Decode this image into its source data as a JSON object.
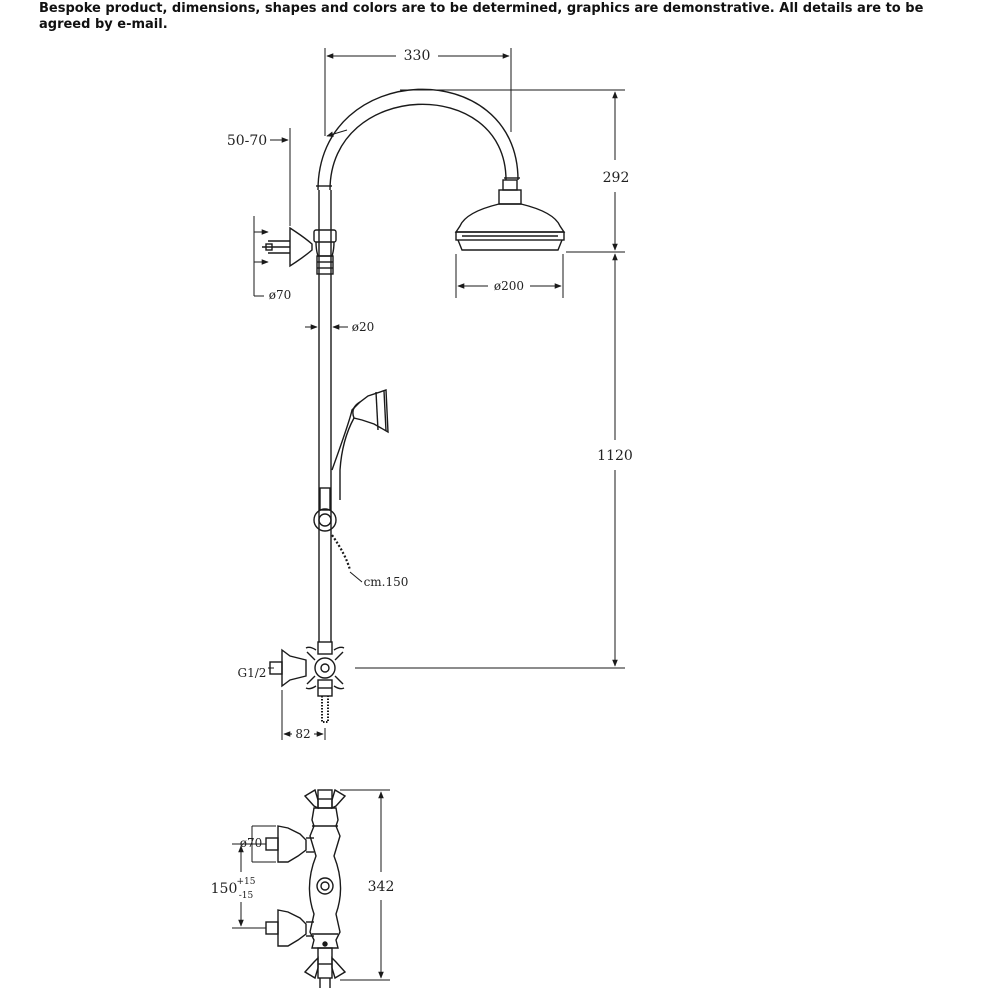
{
  "notice": "Bespoke product, dimensions, shapes and colors are to be determined, graphics are demonstrative. All details are to be agreed by e-mail.",
  "dimensions": {
    "arm_reach": "330",
    "wall_offset": "50-70",
    "arm_height": "292",
    "head_diameter": "ø200",
    "bracket_diameter": "ø70",
    "pipe_diameter": "ø20",
    "column_height": "1120",
    "hose_length": "cm.150",
    "inlet_thread": "G1/2",
    "valve_depth": "82",
    "mixer_flange": "ø70",
    "inlet_spacing": "150",
    "inlet_tol_plus": "+15",
    "inlet_tol_minus": "-15",
    "mixer_height": "342"
  },
  "colors": {
    "line": "#1a1a1a",
    "paper": "#ffffff"
  }
}
